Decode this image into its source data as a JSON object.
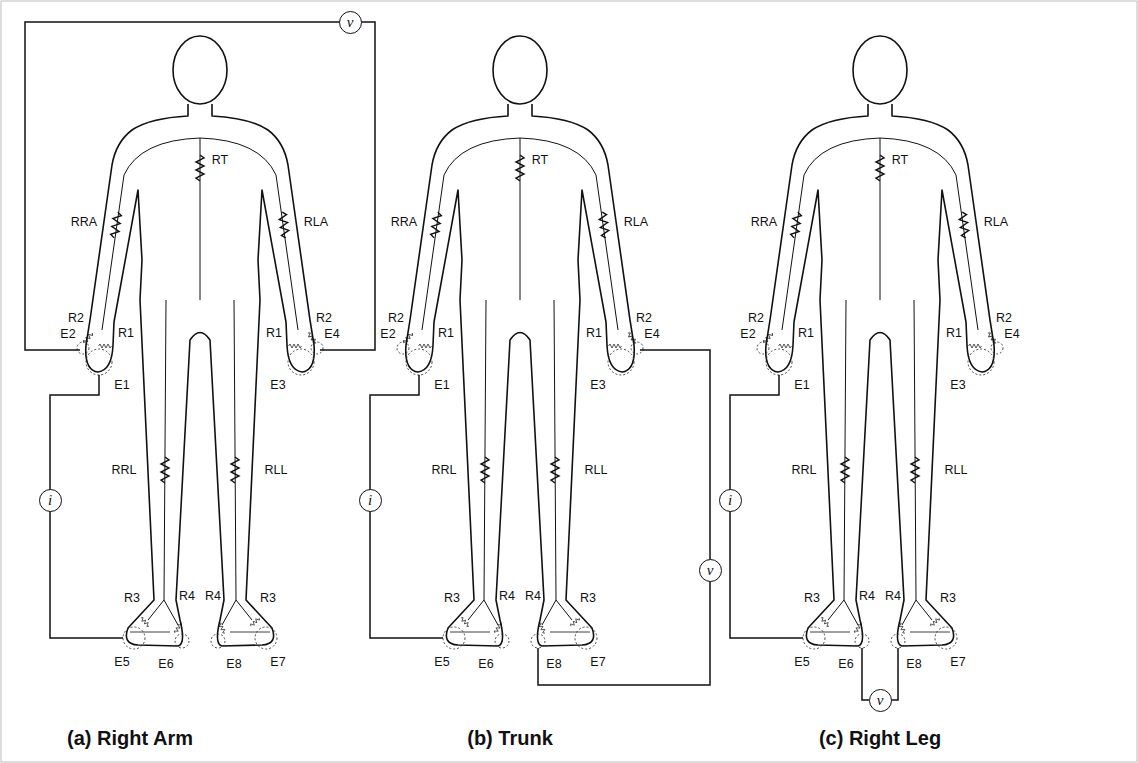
{
  "diagram": {
    "nodes": [
      {
        "text": [
          "i"
        ]
      },
      {
        "text": [
          "v"
        ]
      },
      {
        "text": [
          "i"
        ]
      },
      {
        "text": [
          "v"
        ]
      },
      {
        "text": [
          "i"
        ]
      },
      {
        "text": [
          "v"
        ]
      }
    ],
    "labels": [
      "RRA",
      "RT",
      "RLA",
      "R2",
      "R1",
      "E2",
      "E1",
      "R1",
      "R2",
      "E4",
      "E3",
      "RRL",
      "RLL",
      "R3",
      "R4",
      "R4",
      "R3",
      "E5",
      "E6",
      "E8",
      "E7",
      "RRA",
      "RT",
      "RLA",
      "R2",
      "R1",
      "E2",
      "E1",
      "R1",
      "R2",
      "E4",
      "E3",
      "RRL",
      "RLL",
      "R3",
      "R4",
      "R4",
      "R3",
      "E5",
      "E6",
      "E8",
      "E7",
      "RRA",
      "RT",
      "RLA",
      "R2",
      "R1",
      "E2",
      "E1",
      "R1",
      "R2",
      "E4",
      "E3",
      "RRL",
      "RLL",
      "R3",
      "R4",
      "R4",
      "R3",
      "E5",
      "E6",
      "E8",
      "E7",
      "(a) Right Arm",
      "(b) Trunk",
      "(c) Right Leg"
    ]
  }
}
